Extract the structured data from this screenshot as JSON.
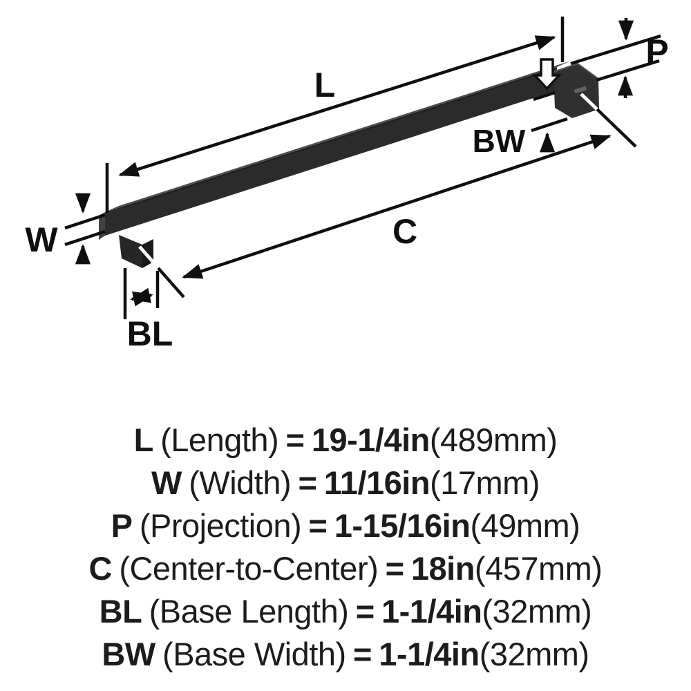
{
  "diagram": {
    "labels": {
      "L": "L",
      "W": "W",
      "P": "P",
      "C": "C",
      "BL": "BL",
      "BW": "BW"
    },
    "line_color": "#0f0f0f",
    "handle_front_color": "#2b2b2b",
    "handle_top_color": "#4c4c4c",
    "base_color": "#303030"
  },
  "specs": {
    "rows": [
      {
        "code": "L",
        "name": "(Length)",
        "equals": "=",
        "value": "19-1/4in",
        "metric": "(489mm)"
      },
      {
        "code": "W",
        "name": "(Width)",
        "equals": "=",
        "value": "11/16in",
        "metric": "(17mm)"
      },
      {
        "code": "P",
        "name": "(Projection)",
        "equals": "=",
        "value": "1-15/16in",
        "metric": "(49mm)"
      },
      {
        "code": "C",
        "name": "(Center-to-Center)",
        "equals": "=",
        "value": "18in",
        "metric": "(457mm)"
      },
      {
        "code": "BL",
        "name": "(Base Length)",
        "equals": "=",
        "value": "1-1/4in",
        "metric": "(32mm)"
      },
      {
        "code": "BW",
        "name": "(Base Width)",
        "equals": "=",
        "value": "1-1/4in",
        "metric": "(32mm)"
      }
    ]
  }
}
